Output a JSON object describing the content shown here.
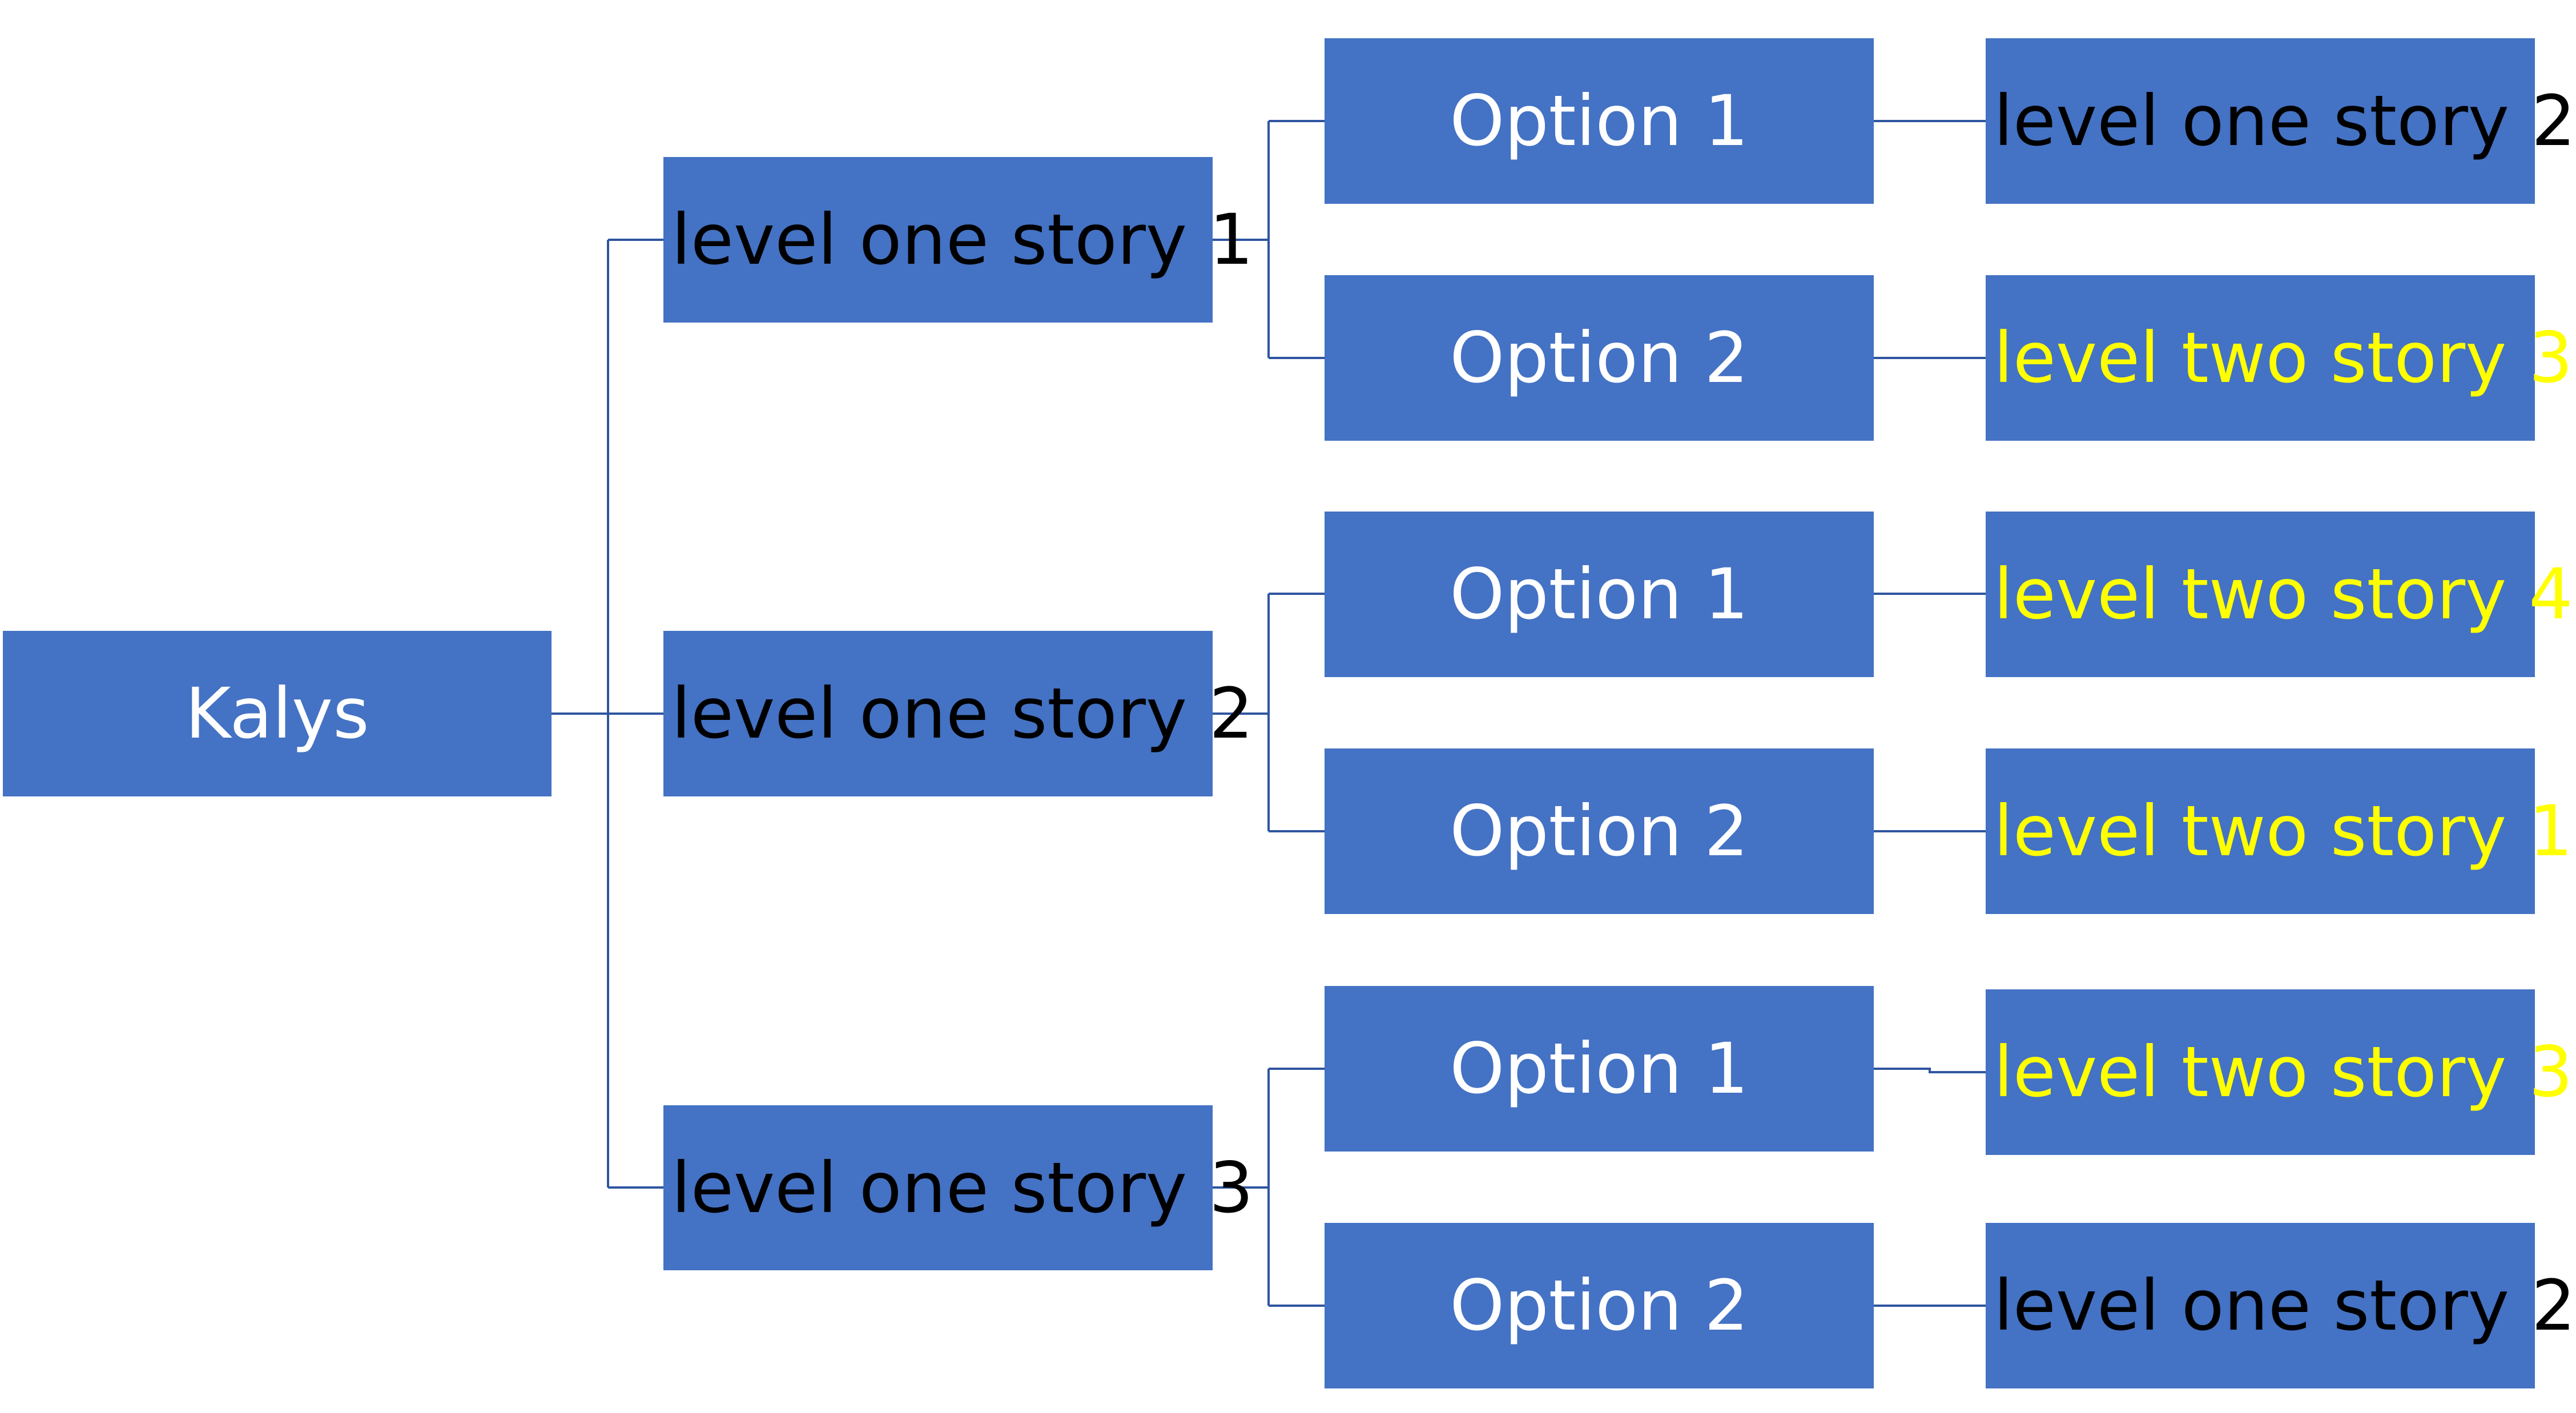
{
  "colors": {
    "box_fill": "#4472c4",
    "connector": "#2f55a0",
    "text_white": "#ffffff",
    "text_black": "#000000",
    "text_yellow": "#ffff00"
  },
  "root": {
    "label": "Kalys",
    "color": "white"
  },
  "level_one": [
    {
      "label": "level one story 1",
      "color": "black",
      "options": [
        {
          "label": "Option 1",
          "color": "white",
          "target": {
            "label": "level one story 2",
            "color": "black"
          }
        },
        {
          "label": "Option 2",
          "color": "white",
          "target": {
            "label": "level two story 3",
            "color": "yellow"
          }
        }
      ]
    },
    {
      "label": "level one story 2",
      "color": "black",
      "options": [
        {
          "label": "Option 1",
          "color": "white",
          "target": {
            "label": "level two story 4",
            "color": "yellow"
          }
        },
        {
          "label": "Option 2",
          "color": "white",
          "target": {
            "label": "level two story 1",
            "color": "yellow"
          }
        }
      ]
    },
    {
      "label": "level one story 3",
      "color": "black",
      "options": [
        {
          "label": "Option 1",
          "color": "white",
          "target": {
            "label": "level two story 3",
            "color": "yellow"
          }
        },
        {
          "label": "Option 2",
          "color": "white",
          "target": {
            "label": "level one story 2",
            "color": "black"
          }
        }
      ]
    }
  ]
}
